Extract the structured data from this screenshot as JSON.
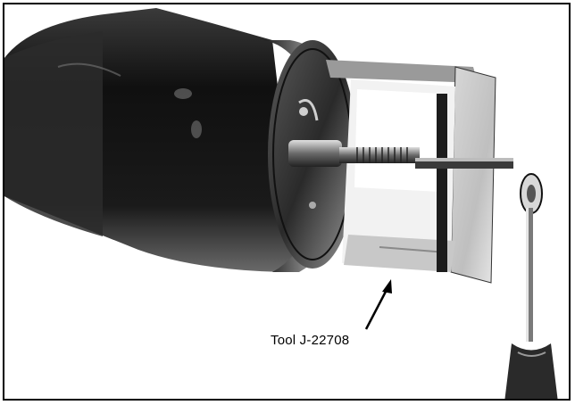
{
  "figure": {
    "callout_label": "Tool J-22708",
    "colors": {
      "ink": "#000000",
      "paper": "#ffffff",
      "dark_body": "#1a1a1a",
      "mid_gray": "#555555",
      "light_gray": "#bdbdbd"
    },
    "icons": {
      "transmission_housing": "motor-housing-illustration",
      "puller_tool": "puller-tool-illustration",
      "t_handle": "t-handle-illustration"
    }
  }
}
